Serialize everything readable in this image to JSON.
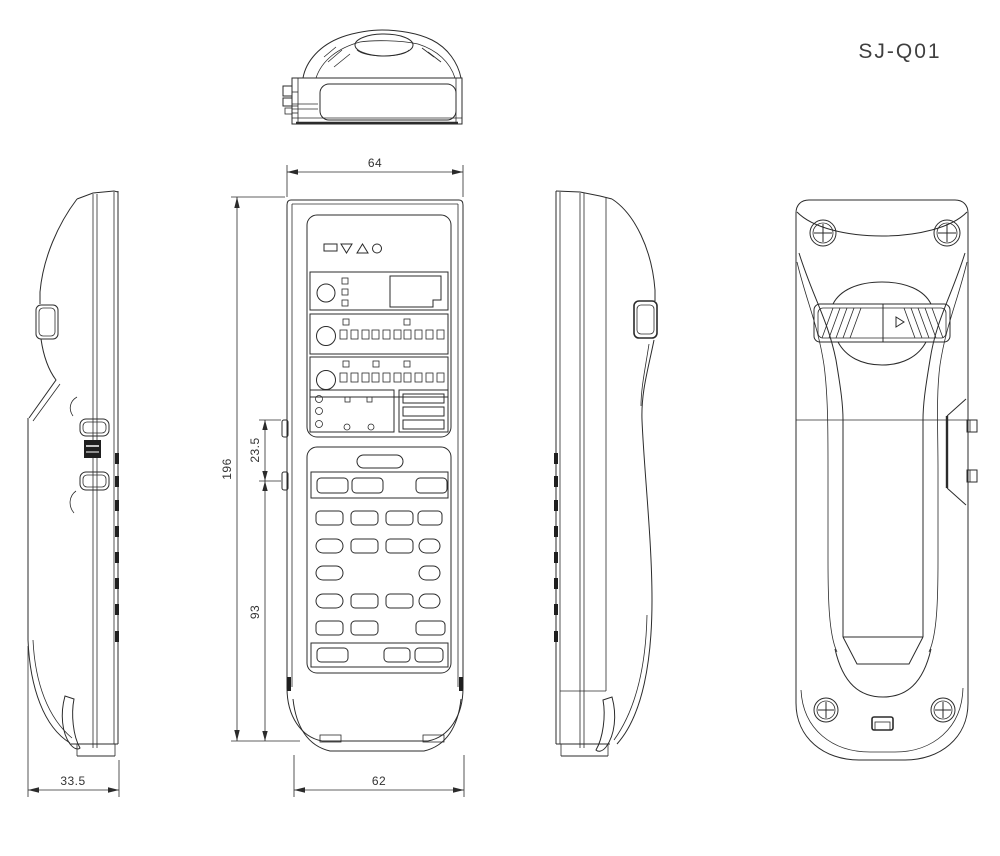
{
  "drawing": {
    "model_label": "SJ-Q01",
    "line_color": "#2b2b2b",
    "background": "#ffffff",
    "dimensions": {
      "front_overall_width": "64",
      "front_overall_height": "196",
      "slider_section_height": "23.5",
      "lower_section_height": "93",
      "bottom_width": "62",
      "side_thickness": "33.5"
    }
  }
}
